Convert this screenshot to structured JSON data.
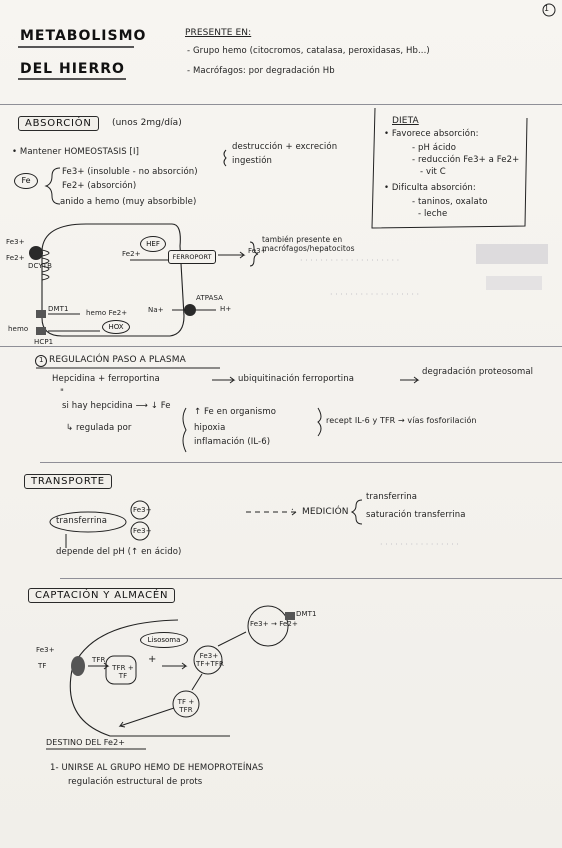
{
  "page_number": "1",
  "title": {
    "line1": "METABOLISMO",
    "line2": "DEL HIERRO"
  },
  "intro": {
    "heading": "PRESENTE EN:",
    "items": [
      "- Grupo hemo (citocromos, catalasa, peroxidasas, Hb...)",
      "- Macrófagos: por degradación Hb"
    ]
  },
  "absorcion": {
    "label": "ABSORCIÓN",
    "note": "(unos 2mg/día)",
    "homeostasis": "• Mantener HOMEOSTASIS [I]",
    "outcomes": [
      "destrucción + excreción",
      "ingestión"
    ],
    "fe_label": "Fe",
    "forms": [
      "Fe3+ (insoluble - no absorción)",
      "Fe2+ (absorción)",
      "anido a hemo (muy absorbible)"
    ],
    "diagram": {
      "fe3_left": "Fe3+",
      "fe2_left": "Fe2+",
      "dcytb": "DCYTB",
      "dmt1": "DMT1",
      "hemo": "hemo",
      "hcp1": "HCP1",
      "hox": "HOX",
      "heme_fe2": "hemo Fe2+",
      "heph": "HEF",
      "fe2_inner": "Fe2+",
      "ferroportin": "FERROPORT",
      "fe3_out": "Fe3+",
      "atpasa": "ATPASA",
      "na": "Na+",
      "h": "H+",
      "side_note": "también presente en macrófagos/hepatocitos"
    },
    "dieta": {
      "title": "DIETA",
      "favorece": "• Favorece absorción:",
      "fav_items": [
        "- pH ácido",
        "- reducción Fe3+ a Fe2+",
        "- vit C"
      ],
      "dificulta": "• Dificulta absorción:",
      "dif_items": [
        "- taninos, oxalato",
        "- leche"
      ]
    }
  },
  "regulacion": {
    "num": "1",
    "title": "REGULACIÓN PASO A PLASMA",
    "line1": "Hepcidina + ferroportina",
    "line1_b": "ubiquitinación ferroportina",
    "line1_c": "degradación proteosomal",
    "ditto": "\"",
    "line2": "si hay hepcidina ⟶ ↓ Fe",
    "regulada": "↳ regulada por",
    "reg_items": [
      "↑ Fe en organismo",
      "hipoxia",
      "inflamación (IL-6)"
    ],
    "receptors": "recept IL-6 y TFR → vías fosforilación"
  },
  "transporte": {
    "label": "TRANSPORTE",
    "transferrina": "transferrina",
    "fe3_a": "Fe3+",
    "fe3_b": "Fe3+",
    "depende": "depende del pH (↑ en ácido)",
    "medicion": "MEDICIÓN",
    "med_items": [
      "transferrina",
      "saturación transferrina"
    ]
  },
  "captacion": {
    "label": "CAPTACIÓN Y ALMACÉN",
    "lisosoma": "Lisosoma",
    "plus": "+",
    "tfr_label": "TFR",
    "fe3_tf": "Fe3+",
    "tf": "TF",
    "tfr_tf": "TFR + TF",
    "fe3_tfr": "Fe3+ TF+TFR",
    "fe3_fe2": "Fe3+ → Fe2+",
    "dmt1": "DMT1",
    "tf_tfr": "TF + TFR",
    "fe3_in": "Fe3+",
    "fe2_in": "Fe2+"
  },
  "destino": {
    "title": "DESTINO DEL Fe2+",
    "item1": "1- UNIRSE AL GRUPO HEMO DE HEMOPROTEÍNAS",
    "item1_sub": "regulación estructural de prots"
  }
}
